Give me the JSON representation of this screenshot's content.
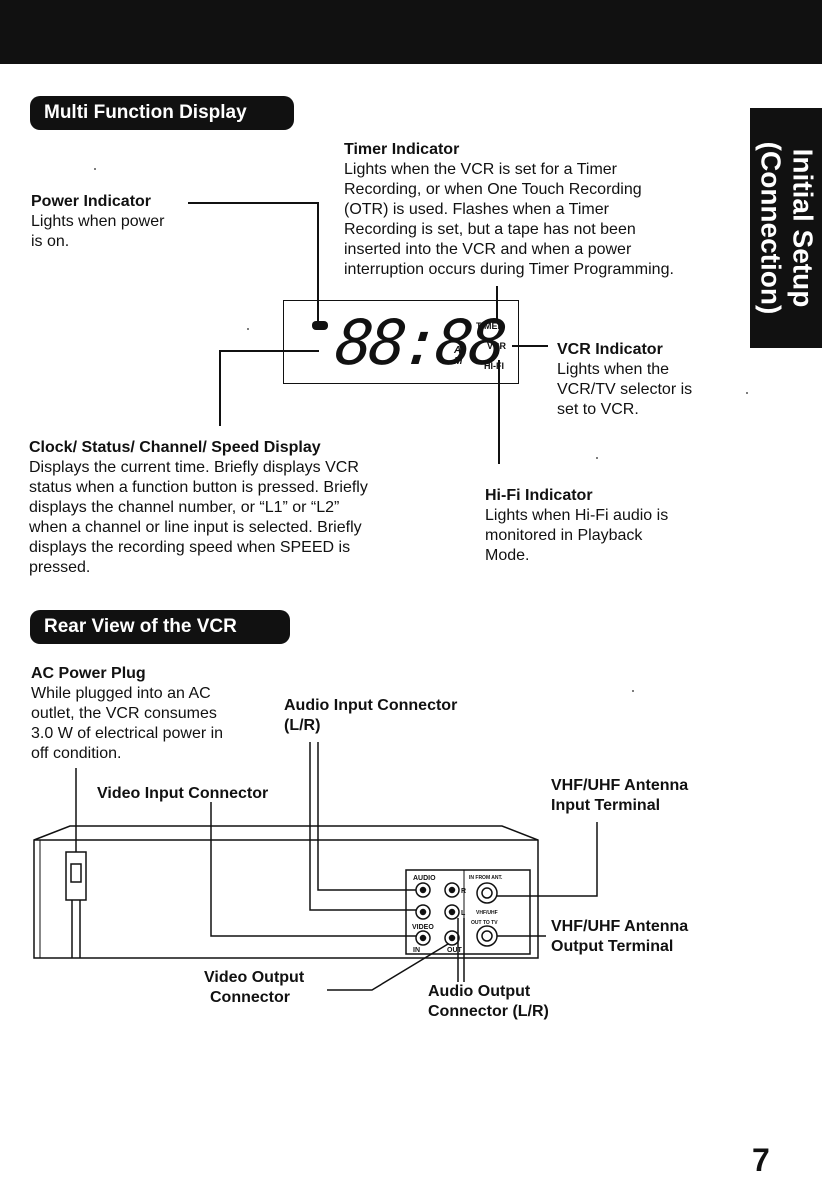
{
  "side_tab": {
    "line1": "Initial Setup",
    "line2": "(Connection)"
  },
  "section1": {
    "title": "Multi Function Display"
  },
  "timer_indicator": {
    "title": "Timer Indicator",
    "lines": [
      "Lights when the VCR is set for a Timer",
      "Recording, or when One Touch Recording",
      "(OTR) is used. Flashes when a Timer",
      "Recording is set, but a tape has not been",
      "inserted into the VCR and when a power",
      "interruption occurs during Timer Programming."
    ]
  },
  "power_indicator": {
    "title": "Power Indicator",
    "lines": [
      "Lights when power",
      "is on."
    ]
  },
  "lcd": {
    "digits": "88:88",
    "am": "A",
    "pm": "M",
    "timer": "TIMER",
    "vcr": "VCR",
    "hifi": "HI-FI"
  },
  "vcr_indicator": {
    "title": "VCR Indicator",
    "lines": [
      "Lights when the",
      "VCR/TV selector is",
      "set to VCR."
    ]
  },
  "clock_display": {
    "title": "Clock/ Status/ Channel/ Speed Display",
    "lines": [
      "Displays the current time. Briefly displays VCR",
      "status when a function button is pressed. Briefly",
      "displays the channel number, or “L1” or “L2”",
      "when a channel or line input is selected. Briefly",
      "displays the recording speed when SPEED is",
      "pressed."
    ]
  },
  "hifi_indicator": {
    "title": "Hi-Fi Indicator",
    "lines": [
      "Lights when Hi-Fi audio is",
      "monitored in Playback",
      "Mode."
    ]
  },
  "section2": {
    "title": "Rear View of the VCR"
  },
  "ac_plug": {
    "title": "AC Power Plug",
    "lines": [
      "While plugged into an AC",
      "outlet, the VCR consumes",
      "3.0 W of electrical power in",
      "off condition."
    ]
  },
  "audio_input": {
    "line1": "Audio Input Connector",
    "line2": "(L/R)"
  },
  "video_input": {
    "label": "Video Input Connector"
  },
  "vhf_input": {
    "line1": "VHF/UHF Antenna",
    "line2": "Input Terminal"
  },
  "vhf_output": {
    "line1": "VHF/UHF Antenna",
    "line2": "Output Terminal"
  },
  "video_output": {
    "line1": "Video Output",
    "line2": "Connector"
  },
  "audio_output": {
    "line1": "Audio Output",
    "line2": "Connector (L/R)"
  },
  "panel": {
    "audio": "AUDIO",
    "r": "R",
    "l": "L",
    "video": "VIDEO",
    "in": "IN",
    "out": "OUT",
    "from_ant": "IN FROM ANT.",
    "vhf_uhf": "VHF/UHF",
    "out_to_tv": "OUT TO TV"
  },
  "page_number": "7"
}
